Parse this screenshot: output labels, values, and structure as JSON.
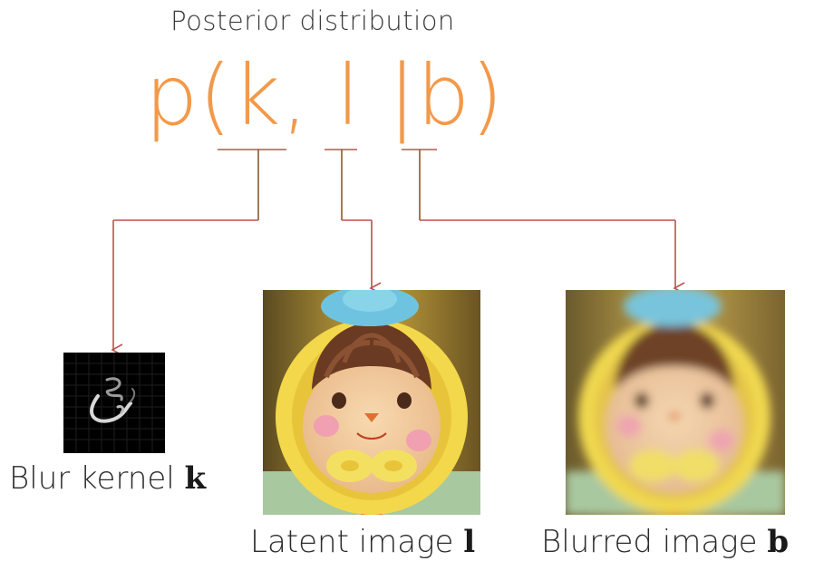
{
  "title": "Posterior distribution",
  "formula": "p(k, l |b)",
  "captions": {
    "kernel_text": "Blur kernel ",
    "kernel_symbol": "k",
    "latent_text": "Latent image ",
    "latent_symbol": "l",
    "blurred_text": "Blurred image ",
    "blurred_symbol": "b"
  },
  "colors": {
    "formula": "#f2994a",
    "connector": "#c0504d",
    "connector_dark": "#8b5a2b"
  }
}
